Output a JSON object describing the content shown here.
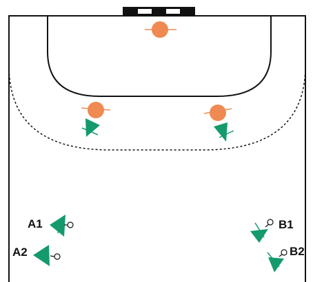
{
  "players": [
    {
      "id": "A1",
      "label": "A1"
    },
    {
      "id": "A2",
      "label": "A2"
    },
    {
      "id": "B1",
      "label": "B1"
    },
    {
      "id": "B2",
      "label": "B2"
    }
  ],
  "colors": {
    "defender": "#ef8a52",
    "attacker": "#149a6c",
    "lines": "#111111",
    "background": "#ffffff"
  }
}
